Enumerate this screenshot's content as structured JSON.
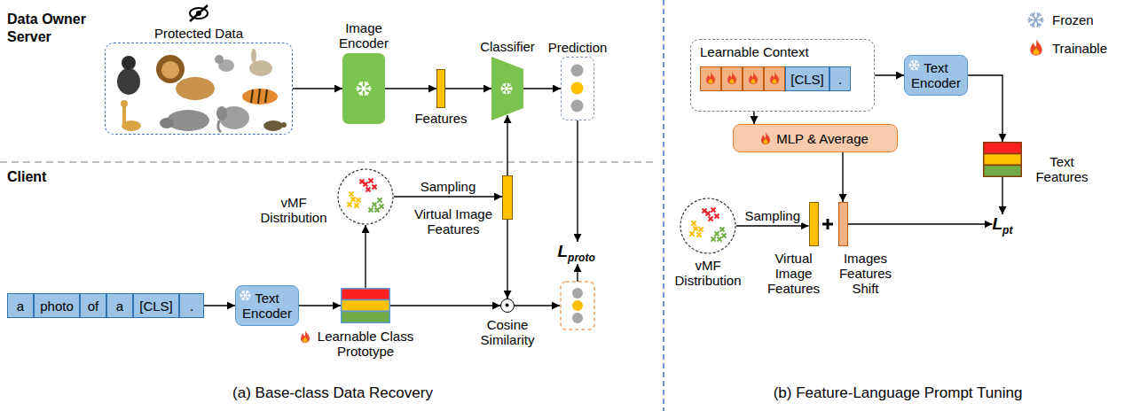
{
  "diagram": {
    "nodes": [
      {
        "text": [
          "Protected Data"
        ]
      },
      {
        "text": [
          "Image Encoder"
        ]
      },
      {
        "text": [
          "Features"
        ]
      },
      {
        "text": [
          "Classifier"
        ]
      },
      {
        "text": [
          "Prediction"
        ]
      },
      {
        "text": [
          "vMF Distribution"
        ]
      },
      {
        "text": [
          "Virtual Image Features"
        ]
      },
      {
        "text": [
          "L",
          "proto"
        ]
      },
      {
        "text": [
          "a"
        ]
      },
      {
        "text": [
          "photo"
        ]
      },
      {
        "text": [
          "of"
        ]
      },
      {
        "text": [
          "a"
        ]
      },
      {
        "text": [
          "[CLS]"
        ]
      },
      {
        "text": [
          "."
        ]
      },
      {
        "text": [
          "Text Encoder"
        ]
      },
      {
        "text": [
          "Learnable Class Prototype"
        ]
      },
      {
        "text": [
          "Cosine Similarity"
        ]
      },
      {
        "text": [
          "Learnable Context"
        ]
      },
      {
        "text": [
          "[CLS]"
        ],
        "in": 17
      },
      {
        "text": [
          "."
        ],
        "in": 17
      },
      {
        "text": [
          "Text Encoder"
        ]
      },
      {
        "text": [
          "MLP & Average"
        ]
      },
      {
        "text": [
          "Text Features"
        ]
      },
      {
        "text": [
          "vMF Distribution"
        ]
      },
      {
        "text": [
          "Virtual Image Features"
        ]
      },
      {
        "text": [
          "Images Features Shift"
        ]
      },
      {
        "text": [
          "L",
          "pt"
        ]
      }
    ],
    "edges": [
      {
        "from": 0,
        "to": 1,
        "arrow": "to"
      },
      {
        "from": 1,
        "to": 2,
        "arrow": "to"
      },
      {
        "from": 2,
        "to": 3,
        "arrow": "to"
      },
      {
        "from": 3,
        "to": 4,
        "arrow": "to"
      },
      {
        "from": 4,
        "to": 7,
        "arrow": "to"
      },
      {
        "from": 5,
        "to": 6,
        "label": "Sampling",
        "arrow": "to"
      },
      {
        "from": 6,
        "to": 3,
        "arrow": "to"
      },
      {
        "from": 6,
        "to": 16,
        "arrow": "to"
      },
      {
        "from": 15,
        "to": 5,
        "arrow": "to"
      },
      {
        "from": 14,
        "to": 15,
        "arrow": "to"
      },
      {
        "from": 13,
        "to": 14,
        "arrow": "to"
      },
      {
        "from": 15,
        "to": 16,
        "arrow": "to"
      },
      {
        "from": 17,
        "to": 20,
        "arrow": "to"
      },
      {
        "from": 20,
        "to": 22,
        "arrow": "to"
      },
      {
        "from": 22,
        "to": 26,
        "arrow": "to"
      },
      {
        "from": 17,
        "to": 21,
        "arrow": "to"
      },
      {
        "from": 21,
        "to": 25,
        "arrow": "to"
      },
      {
        "from": 23,
        "to": 24,
        "label": "Sampling",
        "arrow": "to"
      },
      {
        "from": 25,
        "to": 26,
        "arrow": "to"
      }
    ],
    "labels": [
      "Data Owner Server",
      "Client",
      "(a) Base-class Data Recovery",
      "(b) Feature-Language Prompt Tuning"
    ],
    "legend": [
      {
        "text": "Frozen"
      },
      {
        "text": "Trainable"
      }
    ]
  }
}
